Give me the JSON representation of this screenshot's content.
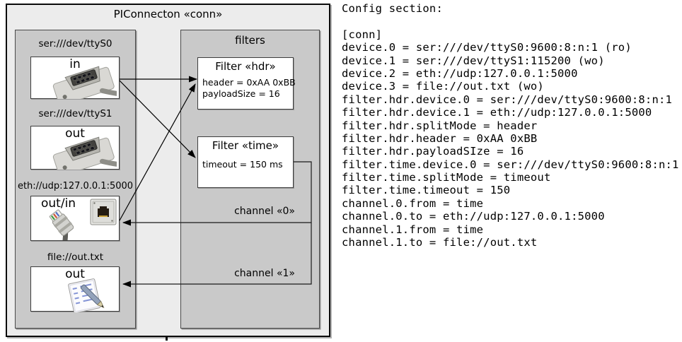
{
  "diagram": {
    "title": "PIConnecton «conn»",
    "devices": [
      {
        "label": "ser:///dev/ttyS0",
        "port": "in",
        "icon": "serial-connector-icon"
      },
      {
        "label": "ser:///dev/ttyS1",
        "port": "out",
        "icon": "serial-connector-icon"
      },
      {
        "label": "eth://udp:127.0.0.1:5000",
        "port": "out/in",
        "icon": "ethernet-icon"
      },
      {
        "label": "file://out.txt",
        "port": "out",
        "icon": "notepad-icon"
      }
    ],
    "filters_group": {
      "title": "filters",
      "items": [
        {
          "title": "Filter «hdr»",
          "attrs": [
            "header = 0xAA 0xBB",
            "payloadSize = 16"
          ]
        },
        {
          "title": "Filter «time»",
          "attrs": [
            "timeout = 150 ms"
          ]
        }
      ]
    },
    "channels": [
      {
        "label": "channel «0»"
      },
      {
        "label": "channel «1»"
      }
    ]
  },
  "config": {
    "heading": "Config section:",
    "lines": [
      "[conn]",
      "device.0 = ser:///dev/ttyS0:9600:8:n:1 (ro)",
      "device.1 = ser:///dev/ttyS1:115200 (wo)",
      "device.2 = eth://udp:127.0.0.1:5000",
      "device.3 = file://out.txt (wo)",
      "filter.hdr.device.0 = ser:///dev/ttyS0:9600:8:n:1",
      "filter.hdr.device.1 = eth://udp:127.0.0.1:5000",
      "filter.hdr.splitMode = header",
      "filter.hdr.header = 0xAA 0xBB",
      "filter.hdr.payloadSIze = 16",
      "filter.time.device.0 = ser:///dev/ttyS0:9600:8:n:1",
      "filter.time.splitMode = timeout",
      "filter.time.timeout = 150",
      "channel.0.from = time",
      "channel.0.to = eth://udp:127.0.0.1:5000",
      "channel.1.from = time",
      "channel.1.to = file://out.txt"
    ]
  },
  "colors": {
    "panel_bg": "#ececec",
    "group_bg": "#c9c9c9",
    "box_bg": "#ffffff",
    "line": "#000000"
  }
}
